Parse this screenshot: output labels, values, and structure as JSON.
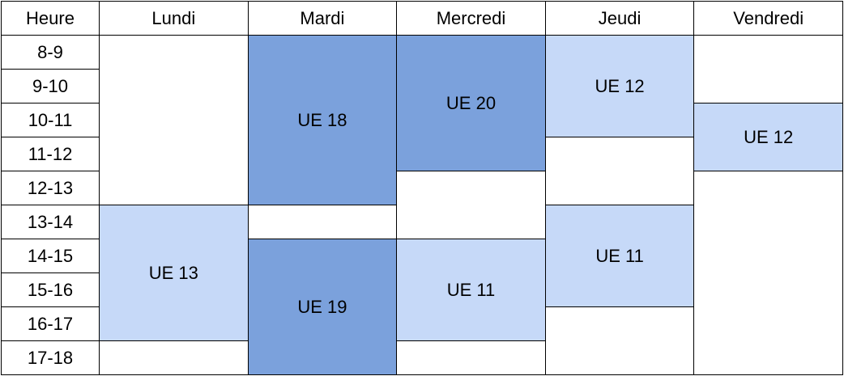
{
  "header": {
    "hour": "Heure",
    "days": [
      "Lundi",
      "Mardi",
      "Mercredi",
      "Jeudi",
      "Vendredi"
    ]
  },
  "hours": [
    "8-9",
    "9-10",
    "10-11",
    "11-12",
    "12-13",
    "13-14",
    "14-15",
    "15-16",
    "16-17",
    "17-18"
  ],
  "courses": {
    "mardi_1": "UE 18",
    "mardi_2": "UE 19",
    "mercredi_1": "UE 20",
    "mercredi_2": "UE 11",
    "jeudi_1": "UE 12",
    "jeudi_2": "UE 11",
    "lundi_1": "UE 13",
    "vendredi_1": "UE 12"
  },
  "colors": {
    "dark_block": "#7ba1dc",
    "light_block": "#c6d9f8"
  }
}
